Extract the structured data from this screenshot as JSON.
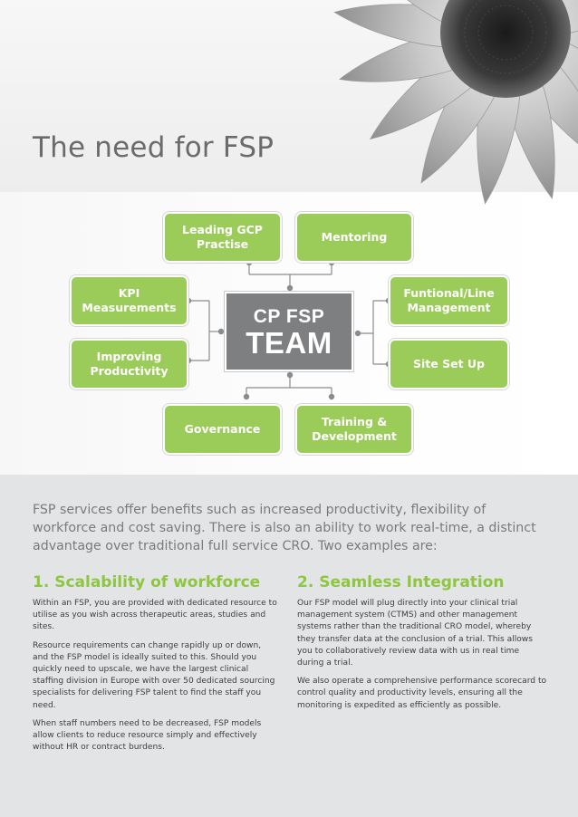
{
  "page": {
    "title": "The need for FSP",
    "accent_color": "#8dc63f",
    "box_color": "#9bcc59",
    "center_color": "#7e7f81"
  },
  "diagram": {
    "center": {
      "line1": "CP FSP",
      "line2": "TEAM"
    },
    "boxes": {
      "leading_gcp": [
        "Leading GCP",
        "Practise"
      ],
      "mentoring": [
        "Mentoring"
      ],
      "kpi": [
        "KPI",
        "Measurements"
      ],
      "functional": [
        "Funtional/Line",
        "Management"
      ],
      "improving": [
        "Improving",
        "Productivity"
      ],
      "site_setup": [
        "Site Set Up"
      ],
      "governance": [
        "Governance"
      ],
      "training": [
        "Training &",
        "Development"
      ]
    }
  },
  "intro": "FSP services offer benefits such as increased productivity, flexibility of workforce and cost saving. There is also an ability to work real-time, a distinct advantage over traditional full service CRO. Two examples are:",
  "sections": [
    {
      "title": "1. Scalability of workforce",
      "paragraphs": [
        "Within an FSP, you are provided with dedicated resource to utilise as you wish across therapeutic areas, studies and sites.",
        "Resource requirements can change rapidly up or down, and the FSP model is ideally suited to this. Should you quickly need to upscale, we have the largest clinical staffing division in Europe with over 50 dedicated sourcing specialists for delivering FSP talent to find the staff you need.",
        "When staff numbers need to be decreased, FSP models allow clients to reduce resource simply and effectively without HR or contract burdens."
      ]
    },
    {
      "title": "2. Seamless Integration",
      "paragraphs": [
        "Our FSP model will plug directly into your clinical trial management system (CTMS) and other management systems rather than the traditional CRO model, whereby they transfer data at the conclusion of a trial. This allows you to collaboratively review data with us in real time during a trial.",
        "We also operate a comprehensive performance scorecard to control quality and productivity levels, ensuring all the monitoring is expedited as efficiently as possible."
      ]
    }
  ]
}
